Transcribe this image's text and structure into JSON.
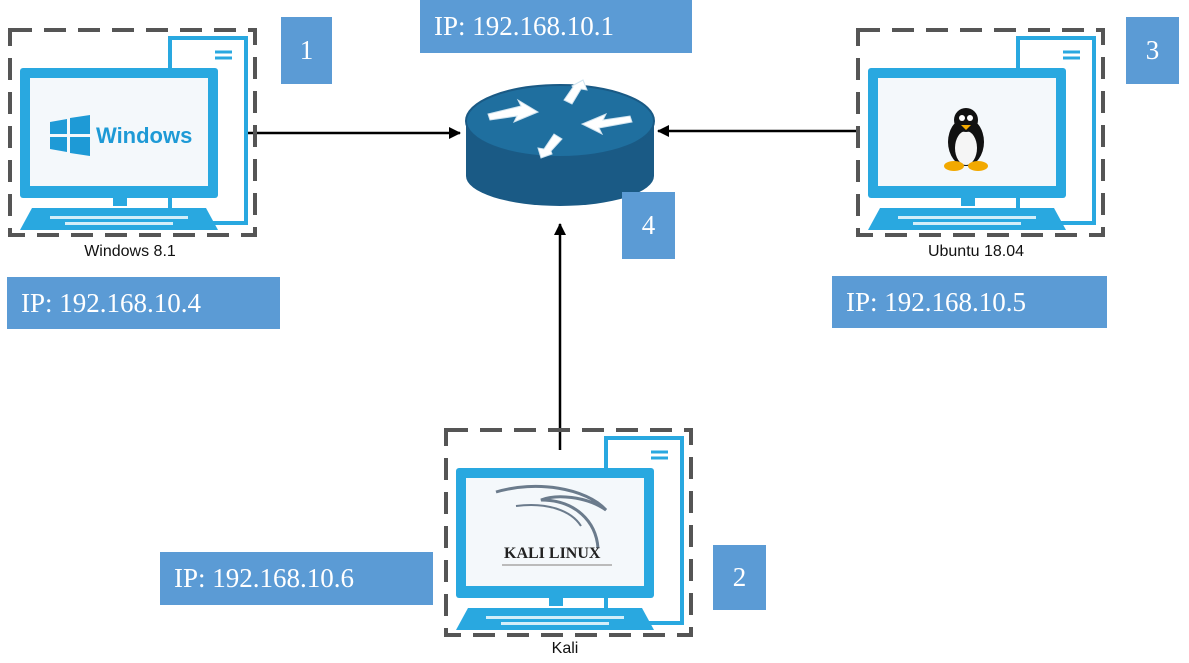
{
  "colors": {
    "label_bg": "#5b9bd5",
    "screen_frame": "#29a8e0",
    "screen_inner": "#f4f8fb",
    "router_top": "#1f6f9f",
    "router_body": "#1a5a85",
    "arrow": "#000000",
    "dash": "#555555"
  },
  "router": {
    "ip_label": "IP: 192.168.10.1",
    "number": "4",
    "icon": "router-icon"
  },
  "computers": [
    {
      "key": "windows",
      "name": "Windows 8.1",
      "ip_label": "IP: 192.168.10.4",
      "number": "1",
      "screen_logo": "windows-logo",
      "screen_text": "Windows"
    },
    {
      "key": "ubuntu",
      "name": "Ubuntu 18.04",
      "ip_label": "IP: 192.168.10.5",
      "number": "3",
      "screen_logo": "tux-penguin-logo"
    },
    {
      "key": "kali",
      "name": "Kali",
      "ip_label": "IP: 192.168.10.6",
      "number": "2",
      "screen_logo": "kali-dragon-logo",
      "screen_text": "KALI LINUX"
    }
  ],
  "connections": [
    {
      "from": "windows",
      "to": "router"
    },
    {
      "from": "ubuntu",
      "to": "router"
    },
    {
      "from": "kali",
      "to": "router"
    }
  ]
}
